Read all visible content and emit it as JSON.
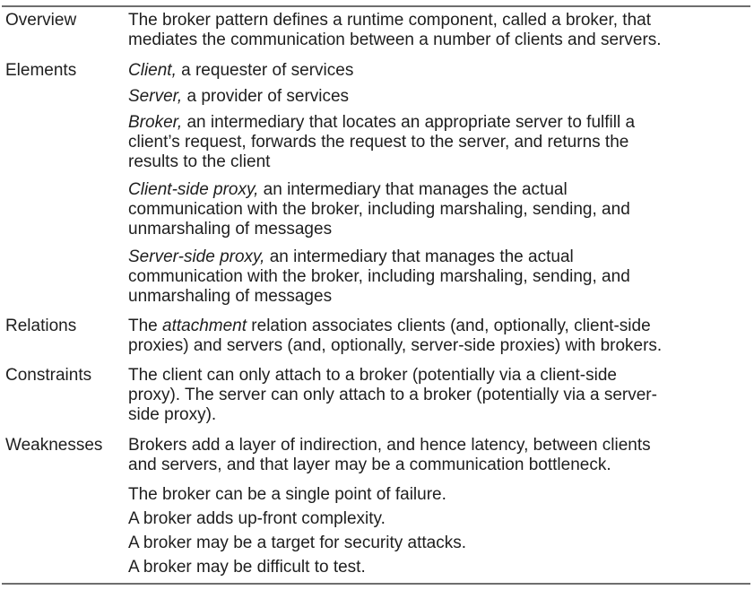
{
  "rows": {
    "overview": {
      "label": "Overview",
      "p1": {
        "l1": "The broker pattern defines a runtime component, called a broker, that",
        "l2": "mediates the communication between a number of clients and servers."
      }
    },
    "elements": {
      "label": "Elements",
      "client": {
        "term": "Client,",
        "l1": " a requester of services"
      },
      "server": {
        "term": "Server,",
        "l1": " a provider of services"
      },
      "broker": {
        "term": "Broker,",
        "l1": " an intermediary that locates an appropriate server to fulfill a",
        "l2": "client’s request, forwards the request to the server, and returns the",
        "l3": "results to the client"
      },
      "client_proxy": {
        "term": "Client-side proxy,",
        "l1": " an intermediary that manages the actual",
        "l2": "communication with the broker, including marshaling, sending, and",
        "l3": "unmarshaling of messages"
      },
      "server_proxy": {
        "term": "Server-side proxy,",
        "l1": " an intermediary that manages the actual",
        "l2": "communication with the broker, including marshaling, sending, and",
        "l3": "unmarshaling of messages"
      }
    },
    "relations": {
      "label": "Relations",
      "pre": "The ",
      "term": "attachment",
      "l1": " relation associates clients (and, optionally, client-side",
      "l2": "proxies) and servers (and, optionally, server-side proxies) with brokers."
    },
    "constraints": {
      "label": "Constraints",
      "l1": "The client can only attach to a broker (potentially via a client-side",
      "l2": "proxy). The server can only attach to a broker (potentially via a server-",
      "l3": "side proxy)."
    },
    "weaknesses": {
      "label": "Weaknesses",
      "p1": {
        "l1": "Brokers add a layer of indirection, and hence latency, between clients",
        "l2": "and servers, and that layer may be a communication bottleneck."
      },
      "p2": "The broker can be a single point of failure.",
      "p3": "A broker adds up-front complexity.",
      "p4": "A broker may be a target for security attacks.",
      "p5": "A broker may be difficult to test."
    }
  }
}
